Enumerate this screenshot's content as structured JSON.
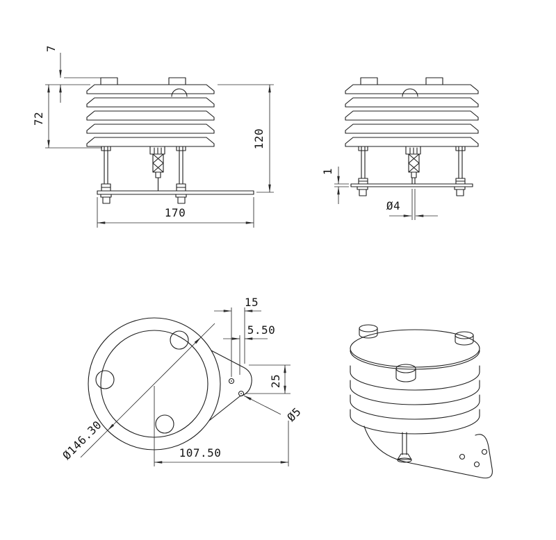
{
  "colors": {
    "background": "#ffffff",
    "line": "#1c1c1c",
    "dimension": "#2a2a2a"
  },
  "views": {
    "front": {
      "dims": {
        "cap_height": "7",
        "stack_height": "72",
        "total_height": "120",
        "base_length": "170"
      }
    },
    "side": {
      "dims": {
        "plate_thickness": "1",
        "rod_diameter": "Ø4"
      }
    },
    "top": {
      "dims": {
        "tab_offset": "15",
        "hole_edge_offset": "5.50",
        "hole_spacing": "25",
        "outer_diameter": "Ø146.30",
        "hole_diameter": "Ø5",
        "mount_span": "107.50"
      }
    }
  }
}
